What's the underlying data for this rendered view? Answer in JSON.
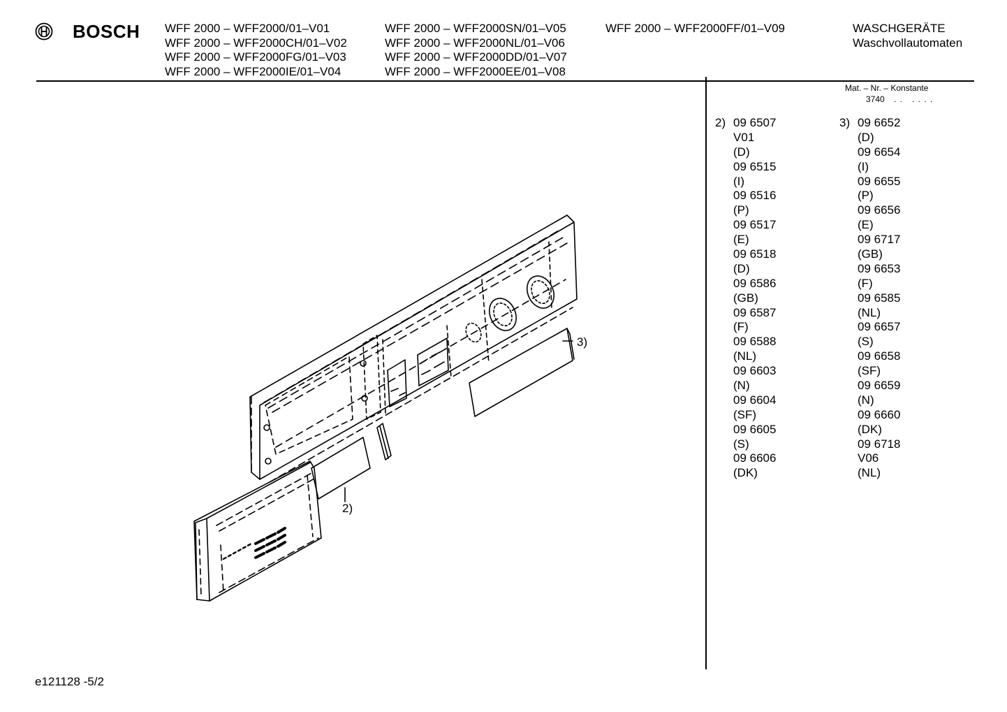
{
  "header": {
    "brand": "BOSCH",
    "models_col1": [
      "WFF 2000 – WFF2000/01–V01",
      "WFF 2000 – WFF2000CH/01–V02",
      "WFF 2000 – WFF2000FG/01–V03",
      "WFF 2000 – WFF2000IE/01–V04"
    ],
    "models_col2": [
      "WFF 2000 – WFF2000SN/01–V05",
      "WFF 2000 – WFF2000NL/01–V06",
      "WFF 2000 – WFF2000DD/01–V07",
      "WFF 2000 – WFF2000EE/01–V08"
    ],
    "models_col3": [
      "WFF 2000 – WFF2000FF/01–V09"
    ],
    "category_line1": "WASCHGERÄTE",
    "category_line2": "Waschvollautomaten"
  },
  "material": {
    "label": "Mat. – Nr. – Konstante",
    "value": "3740",
    "dots": ". .   . . . ."
  },
  "parts_list_2": {
    "marker": "2)",
    "entries": [
      "09 6507",
      "V01",
      "(D)",
      "09 6515",
      "(I)",
      "09 6516",
      "(P)",
      "09 6517",
      "(E)",
      "09 6518",
      "(D)",
      "09 6586",
      "(GB)",
      "09 6587",
      "(F)",
      "09 6588",
      "(NL)",
      "09 6603",
      "(N)",
      "09 6604",
      "(SF)",
      "09 6605",
      "(S)",
      "09 6606",
      "(DK)"
    ]
  },
  "parts_list_3": {
    "marker": "3)",
    "entries": [
      "09 6652",
      "(D)",
      "09 6654",
      "(I)",
      "09 6655",
      "(P)",
      "09 6656",
      "(E)",
      "09 6717",
      "(GB)",
      "09 6653",
      "(F)",
      "09 6585",
      "(NL)",
      "09 6657",
      "(S)",
      "09 6658",
      "(SF)",
      "09 6659",
      "(N)",
      "09 6660",
      "(DK)",
      "09 6718",
      "V06",
      "(NL)"
    ]
  },
  "drawing": {
    "callout_2": "2)",
    "callout_3": "3)"
  },
  "footer": {
    "doc_id": "e121128 -5/2"
  }
}
